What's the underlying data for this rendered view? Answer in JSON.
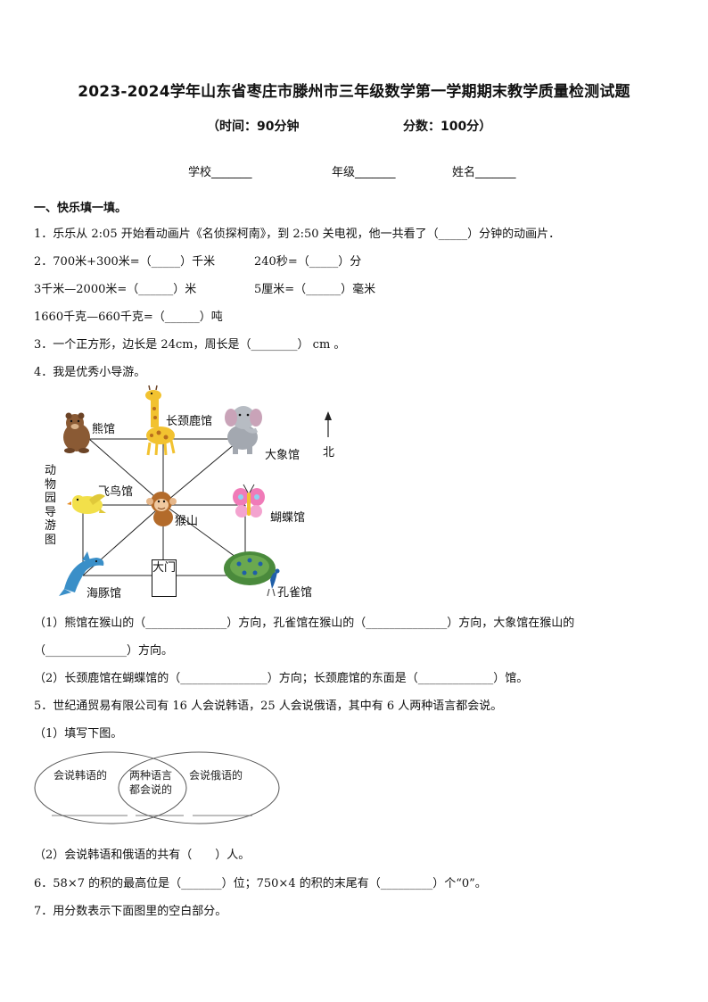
{
  "header": {
    "title": "2023-2024学年山东省枣庄市滕州市三年级数学第一学期期末教学质量检测试题",
    "time": "（时间：90分钟",
    "score": "分数：100分）",
    "school": "学校_______",
    "grade": "年级_______",
    "name": "姓名_______"
  },
  "section1": {
    "heading": "一、快乐填一填。",
    "q1": "1．乐乐从 2:05 开始看动画片《名侦探柯南》，到 2:50 关电视，他一共看了（_____）分钟的动画片．",
    "q2a": "2．700米+300米=（_____）千米",
    "q2b": "240秒=（_____）分",
    "q2c": "3千米—2000米=（______）米",
    "q2d": "5厘米=（______）毫米",
    "q2e": "1660千克—660千克=（______）吨",
    "q3": "3．一个正方形，边长是 24cm，周长是（________） cm 。",
    "q4": "4．我是优秀小导游。",
    "q4_1a": "（1）熊馆在猴山的（______________）方向，孔雀馆在猴山的（______________）方向，大象馆在猴山的",
    "q4_1b": "（______________）方向。",
    "q4_2": "（2）长颈鹿馆在蝴蝶馆的（_______________）方向；长颈鹿馆的东面是（_____________）馆。",
    "q5": "5．世纪通贸易有限公司有 16 人会说韩语，25 人会说俄语，其中有 6 人两种语言都会说。",
    "q5_1": "（1）填写下图。",
    "q5_2": "（2）会说韩语和俄语的共有（　　）人。",
    "q6": "6．58×7 的积的最高位是（_______）位；750×4 的积的末尾有（_________）个“0”。",
    "q7": "7．用分数表示下面图里的空白部分。"
  },
  "map": {
    "bear": "熊馆",
    "giraffe": "长颈鹿馆",
    "elephant": "大象馆",
    "bird": "飞鸟馆",
    "monkey": "猴山",
    "butterfly": "蝴蝶馆",
    "dolphin": "海豚馆",
    "peacock": "孔雀馆",
    "gate": "大门",
    "north": "北",
    "side_title": "动物园导游图"
  },
  "venn": {
    "left": "会说韩语的",
    "middle_1": "两种语言",
    "middle_2": "都会说的",
    "right": "会说俄语的"
  }
}
